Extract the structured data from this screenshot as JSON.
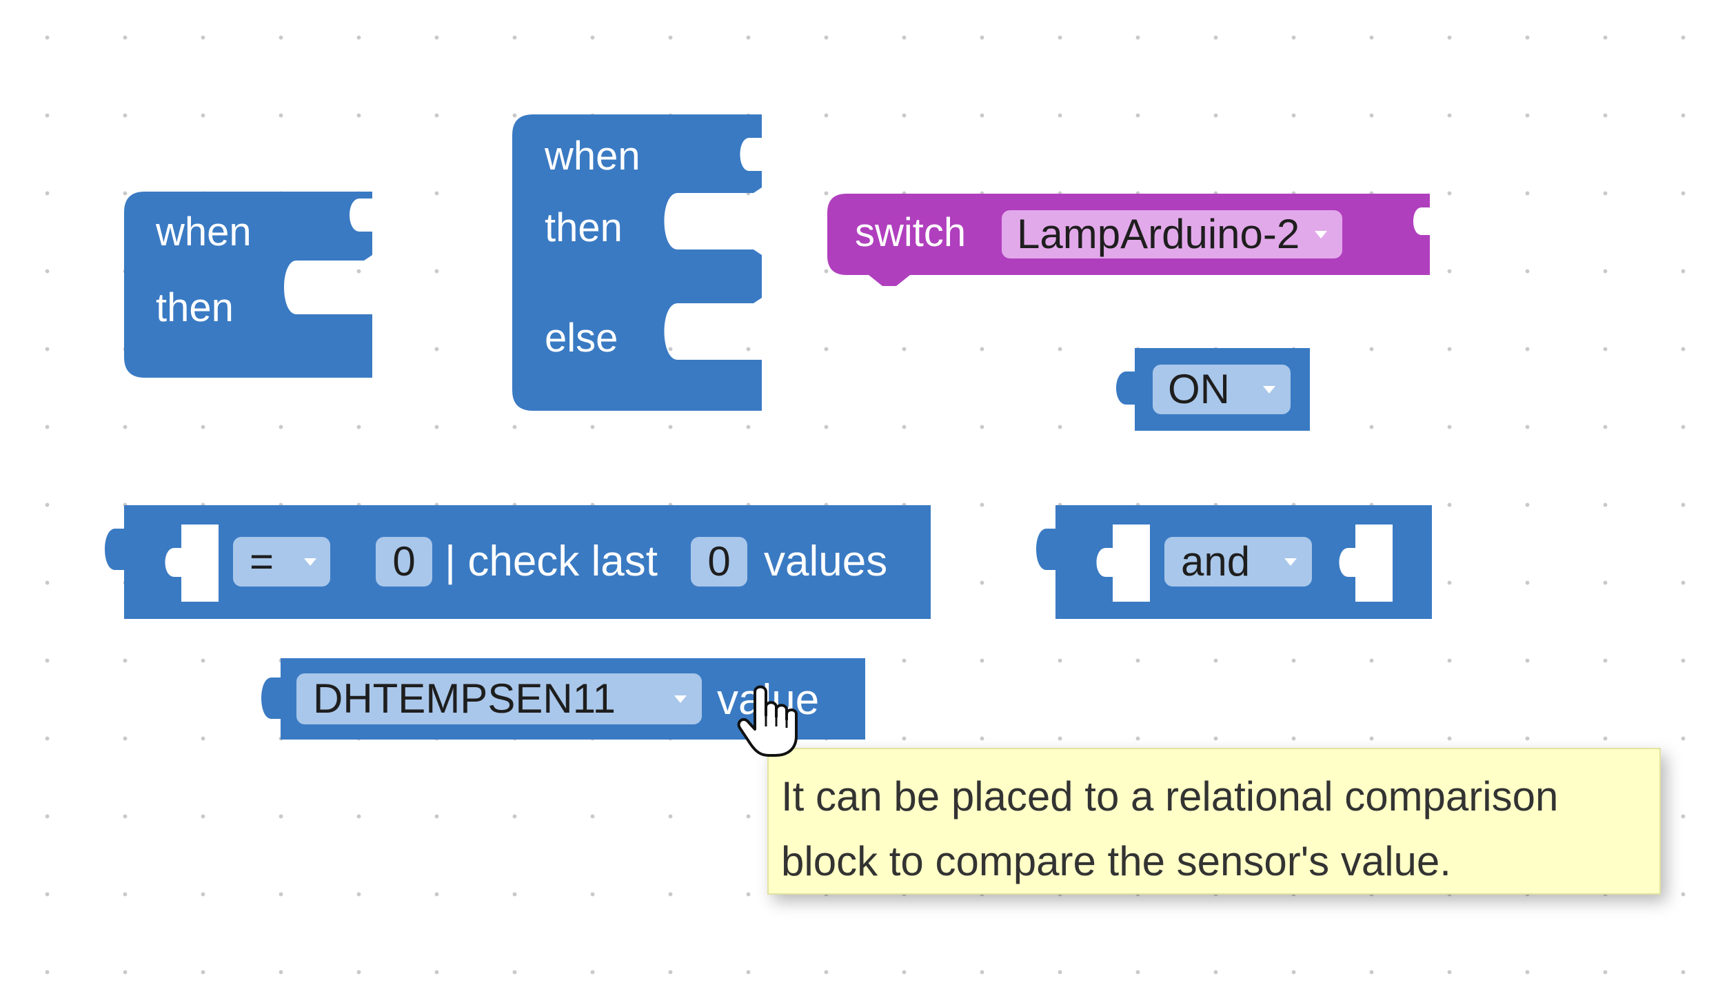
{
  "colors": {
    "logic_block": "#3a7ac3",
    "logic_field": "#a9c7ea",
    "actuator_block": "#b03fbe",
    "actuator_field": "#e2a9ea",
    "tooltip_background": "#ffffc7"
  },
  "blocks": {
    "if_block": {
      "when_label": "when",
      "then_label": "then"
    },
    "if_else_block": {
      "when_label": "when",
      "then_label": "then",
      "else_label": "else"
    },
    "switch_block": {
      "label": "switch",
      "device": "LampArduino-2"
    },
    "state_block": {
      "value": "ON"
    },
    "compare_block": {
      "operator": "=",
      "threshold": "0",
      "check_label": "| check last",
      "count": "0",
      "values_label": "values"
    },
    "logic_op_block": {
      "operator": "and"
    },
    "sensor_block": {
      "sensor": "DHTEMPSEN11",
      "value_label": "value"
    }
  },
  "tooltip": {
    "line1": "It can be placed to a relational comparison",
    "line2": "block to compare the sensor's value."
  },
  "cursor": {
    "icon": "hand-pointer-icon"
  }
}
